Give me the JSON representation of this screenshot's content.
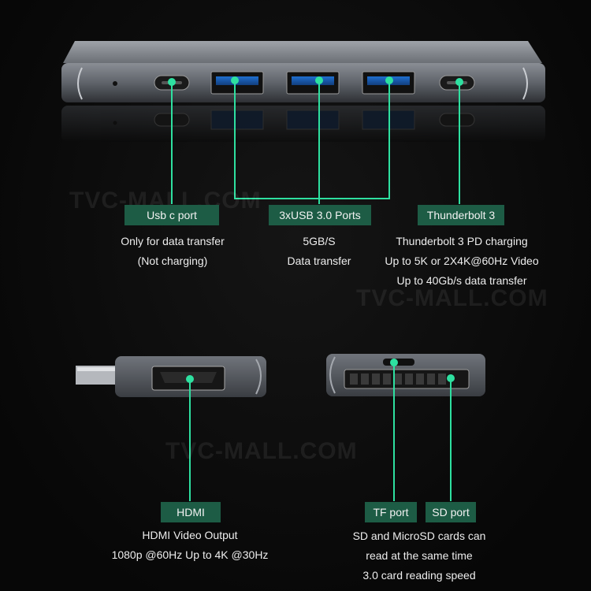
{
  "watermark": "TVC-MALL.COM",
  "colors": {
    "accent": "#2ee0a0",
    "label_bg": "#1d5c45",
    "background": "#0b0b0b"
  },
  "callouts": {
    "usb_c": {
      "label": "Usb c port",
      "lines": [
        "Only for data transfer",
        "(Not charging)"
      ]
    },
    "usb3": {
      "label": "3xUSB 3.0 Ports",
      "lines": [
        "5GB/S",
        "Data transfer"
      ]
    },
    "thunderbolt": {
      "label": "Thunderbolt 3",
      "lines": [
        "Thunderbolt 3 PD charging",
        "Up to 5K or 2X4K@60Hz Video",
        "Up to 40Gb/s data transfer"
      ]
    },
    "hdmi": {
      "label": "HDMI",
      "lines": [
        "HDMI Video Output",
        "1080p @60Hz Up to 4K @30Hz"
      ]
    },
    "tf": {
      "label": "TF port"
    },
    "sd": {
      "label": "SD port",
      "lines": [
        "SD and MicroSD cards can",
        "read at the same time",
        "3.0 card reading speed"
      ]
    }
  }
}
